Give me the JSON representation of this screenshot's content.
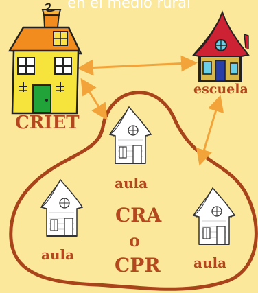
{
  "title": "en el medio rural",
  "labels": {
    "criet": "CRIET",
    "escuela": "escuela",
    "aula_top": "aula",
    "aula_left": "aula",
    "aula_right": "aula",
    "cra": "CRA",
    "o": "o",
    "cpr": "CPR"
  },
  "colors": {
    "background": "#fbe89a",
    "label": "#b5471e",
    "arrow": "#f2a33a",
    "boundary": "#a9431a"
  }
}
